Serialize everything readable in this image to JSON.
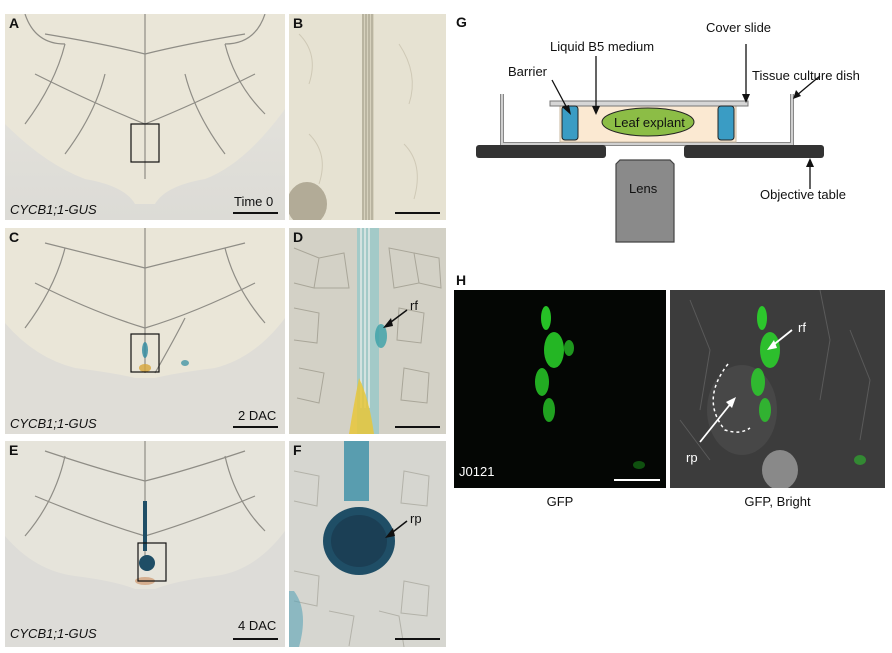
{
  "panels": {
    "A": {
      "label": "A",
      "genotype": "CYCB1;1-GUS",
      "time": "Time 0"
    },
    "B": {
      "label": "B"
    },
    "C": {
      "label": "C",
      "genotype": "CYCB1;1-GUS",
      "time": "2 DAC"
    },
    "D": {
      "label": "D",
      "arrow": "rf"
    },
    "E": {
      "label": "E",
      "genotype": "CYCB1;1-GUS",
      "time": "4 DAC"
    },
    "F": {
      "label": "F",
      "arrow": "rp"
    },
    "G": {
      "label": "G",
      "labels": {
        "cover_slide": "Cover slide",
        "liquid": "Liquid B5 medium",
        "barrier": "Barrier",
        "dish": "Tissue culture dish",
        "explant": "Leaf explant",
        "lens": "Lens",
        "objective": "Objective table"
      }
    },
    "H": {
      "label": "H",
      "line": "J0121",
      "left_caption": "GFP",
      "right_caption": "GFP, Bright",
      "rf": "rf",
      "rp": "rp"
    }
  },
  "colors": {
    "gus_blue": "#1f4e66",
    "gfp_green": "#3ee63e",
    "barrier_blue": "#3a9cc4",
    "explant_green": "#8cbd46",
    "medium": "#fbe9d2"
  }
}
